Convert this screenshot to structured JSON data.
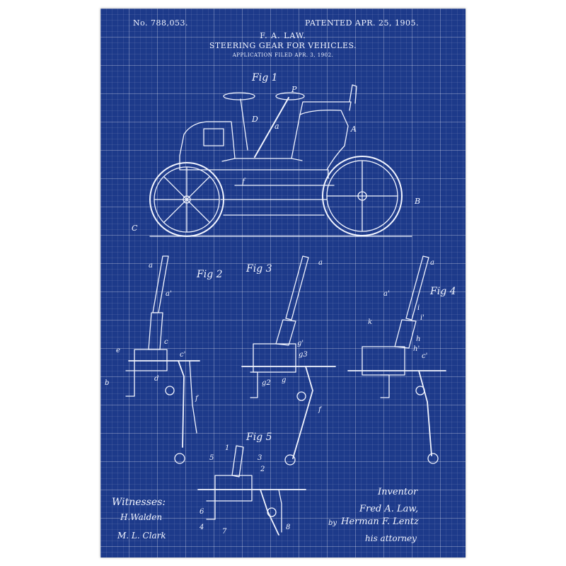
{
  "patent": {
    "number": "No. 788,053.",
    "date": "PATENTED APR. 25, 1905.",
    "inventor_name": "F. A. LAW.",
    "title": "STEERING GEAR FOR VEHICLES.",
    "application": "APPLICATION FILED APR. 3, 1902."
  },
  "figures": {
    "fig1": "Fig 1",
    "fig2": "Fig 2",
    "fig3": "Fig 3",
    "fig4": "Fig 4",
    "fig5": "Fig 5"
  },
  "labels": {
    "fig1": [
      "P",
      "D",
      "a",
      "A",
      "f",
      "B",
      "C"
    ],
    "fig2": [
      "a",
      "a'",
      "c",
      "e",
      "c'",
      "d",
      "b",
      "f"
    ],
    "fig3": [
      "a",
      "g'",
      "g3",
      "g2",
      "g",
      "f"
    ],
    "fig4": [
      "a",
      "a'",
      "i",
      "i'",
      "k",
      "h",
      "h'",
      "c'"
    ],
    "fig5": [
      "5",
      "1",
      "3",
      "2",
      "6",
      "4",
      "7",
      "8"
    ]
  },
  "footer": {
    "witnesses_label": "Witnesses:",
    "witness_1": "H.Walden",
    "witness_2": "M. L. Clark",
    "inventor_label": "Inventor",
    "inventor_signature": "Fred A. Law,",
    "by_label": "by",
    "attorney_signature": "Herman F. Lentz",
    "attorney_label": "his attorney"
  },
  "colors": {
    "background": "#1d3a8a",
    "ink": "#f2f5ff"
  }
}
